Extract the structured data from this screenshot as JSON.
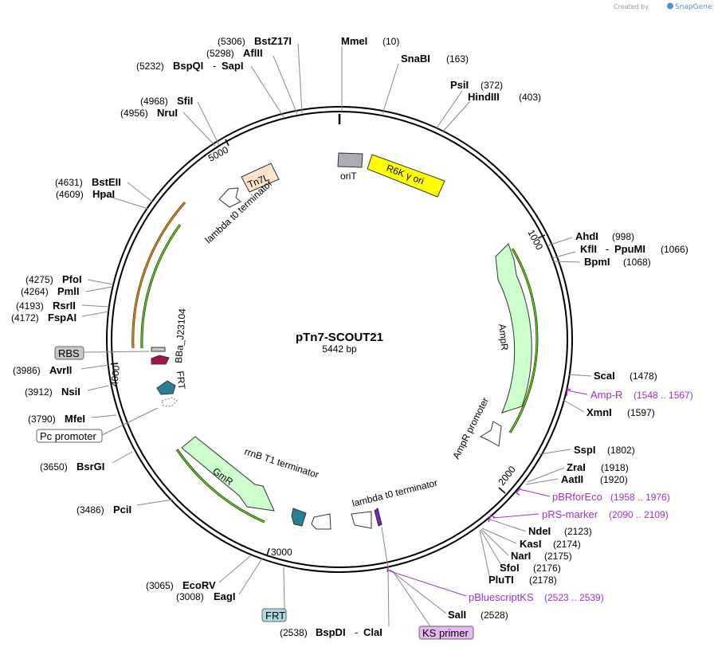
{
  "header": {
    "credit_prefix": "Created by",
    "credit_brand": "SnapGene"
  },
  "plasmid": {
    "name": "pTn7-SCOUT21",
    "length_label": "5442 bp"
  },
  "ticks": [
    "1000",
    "2000",
    "3000",
    "4000",
    "5000"
  ],
  "features": {
    "oriT": "oriT",
    "r6k": "R6K γ ori",
    "tn7l": "Tn7L",
    "lambda1": "lambda t0 terminator",
    "ampr": "AmpR",
    "ampr_promoter": "AmpR promoter",
    "lambda2": "lambda t0 terminator",
    "rrnb": "rrnB T1 terminator",
    "gmr": "GmR",
    "frt": "FRT",
    "bba": "BBa_J23104"
  },
  "boxed": {
    "rbs": "RBS",
    "pc_promoter": "Pc promoter",
    "frt_bottom": "FRT",
    "ks_primer": "KS primer"
  },
  "sites": [
    {
      "name": "MmeI",
      "pos": "(10)"
    },
    {
      "name": "SnaBI",
      "pos": "(163)"
    },
    {
      "name": "PsiI",
      "pos": "(372)"
    },
    {
      "name": "HindIII",
      "pos": "(403)"
    },
    {
      "name": "AhdI",
      "pos": "(998)"
    },
    {
      "name": "KflI",
      "sep": "-",
      "name2": "PpuMI",
      "pos": "(1066)"
    },
    {
      "name": "BpmI",
      "pos": "(1068)"
    },
    {
      "name": "ScaI",
      "pos": "(1478)"
    },
    {
      "name": "XmnI",
      "pos": "(1597)"
    },
    {
      "name": "SspI",
      "pos": "(1802)"
    },
    {
      "name": "ZraI",
      "pos": "(1918)"
    },
    {
      "name": "AatII",
      "pos": "(1920)"
    },
    {
      "name": "NdeI",
      "pos": "(2123)"
    },
    {
      "name": "KasI",
      "pos": "(2174)"
    },
    {
      "name": "NarI",
      "pos": "(2175)"
    },
    {
      "name": "SfoI",
      "pos": "(2176)"
    },
    {
      "name": "PluTI",
      "pos": "(2178)"
    },
    {
      "name": "SalI",
      "pos": "(2528)"
    },
    {
      "name": "BspDI",
      "sep": "-",
      "name2": "ClaI",
      "pos": "(2538)"
    },
    {
      "name": "EagI",
      "pos": "(3008)"
    },
    {
      "name": "EcoRV",
      "pos": "(3065)"
    },
    {
      "name": "PciI",
      "pos": "(3486)"
    },
    {
      "name": "BsrGI",
      "pos": "(3650)"
    },
    {
      "name": "MfeI",
      "pos": "(3790)"
    },
    {
      "name": "NsiI",
      "pos": "(3912)"
    },
    {
      "name": "AvrII",
      "pos": "(3986)"
    },
    {
      "name": "FspAI",
      "pos": "(4172)"
    },
    {
      "name": "RsrII",
      "pos": "(4193)"
    },
    {
      "name": "PmlI",
      "pos": "(4264)"
    },
    {
      "name": "PfoI",
      "pos": "(4275)"
    },
    {
      "name": "HpaI",
      "pos": "(4609)"
    },
    {
      "name": "BstEII",
      "pos": "(4631)"
    },
    {
      "name": "NruI",
      "pos": "(4956)"
    },
    {
      "name": "SfiI",
      "pos": "(4968)"
    },
    {
      "name": "BspQI",
      "sep": "-",
      "name2": "SapI",
      "pos": "(5232)"
    },
    {
      "name": "AflII",
      "pos": "(5298)"
    },
    {
      "name": "BstZ17I",
      "pos": "(5306)"
    }
  ],
  "primers": [
    {
      "name": "Amp-R",
      "range": "(1548 .. 1567)"
    },
    {
      "name": "pBRforEco",
      "range": "(1958 .. 1976)"
    },
    {
      "name": "pRS-marker",
      "range": "(2090 .. 2109)"
    },
    {
      "name": "pBluescriptKS",
      "range": "(2523 .. 2539)"
    }
  ],
  "colors": {
    "backbone": "#000000",
    "ampr_fill": "#ccffcc",
    "r6k_fill": "#ffff00",
    "tn7l_fill": "#fde3c8",
    "orit_fill": "#a9acb4",
    "frt_fill": "#2a7f95",
    "rbs_fill": "#c8c8c8",
    "pc_promoter_fill": "#a8124a",
    "frt_box_fill": "#add8e6",
    "ks_primer_fill": "#e6b8f2",
    "primer": "#9b30d0",
    "orange_arc": "#d88a2a",
    "green_arc": "#4a9a18"
  }
}
